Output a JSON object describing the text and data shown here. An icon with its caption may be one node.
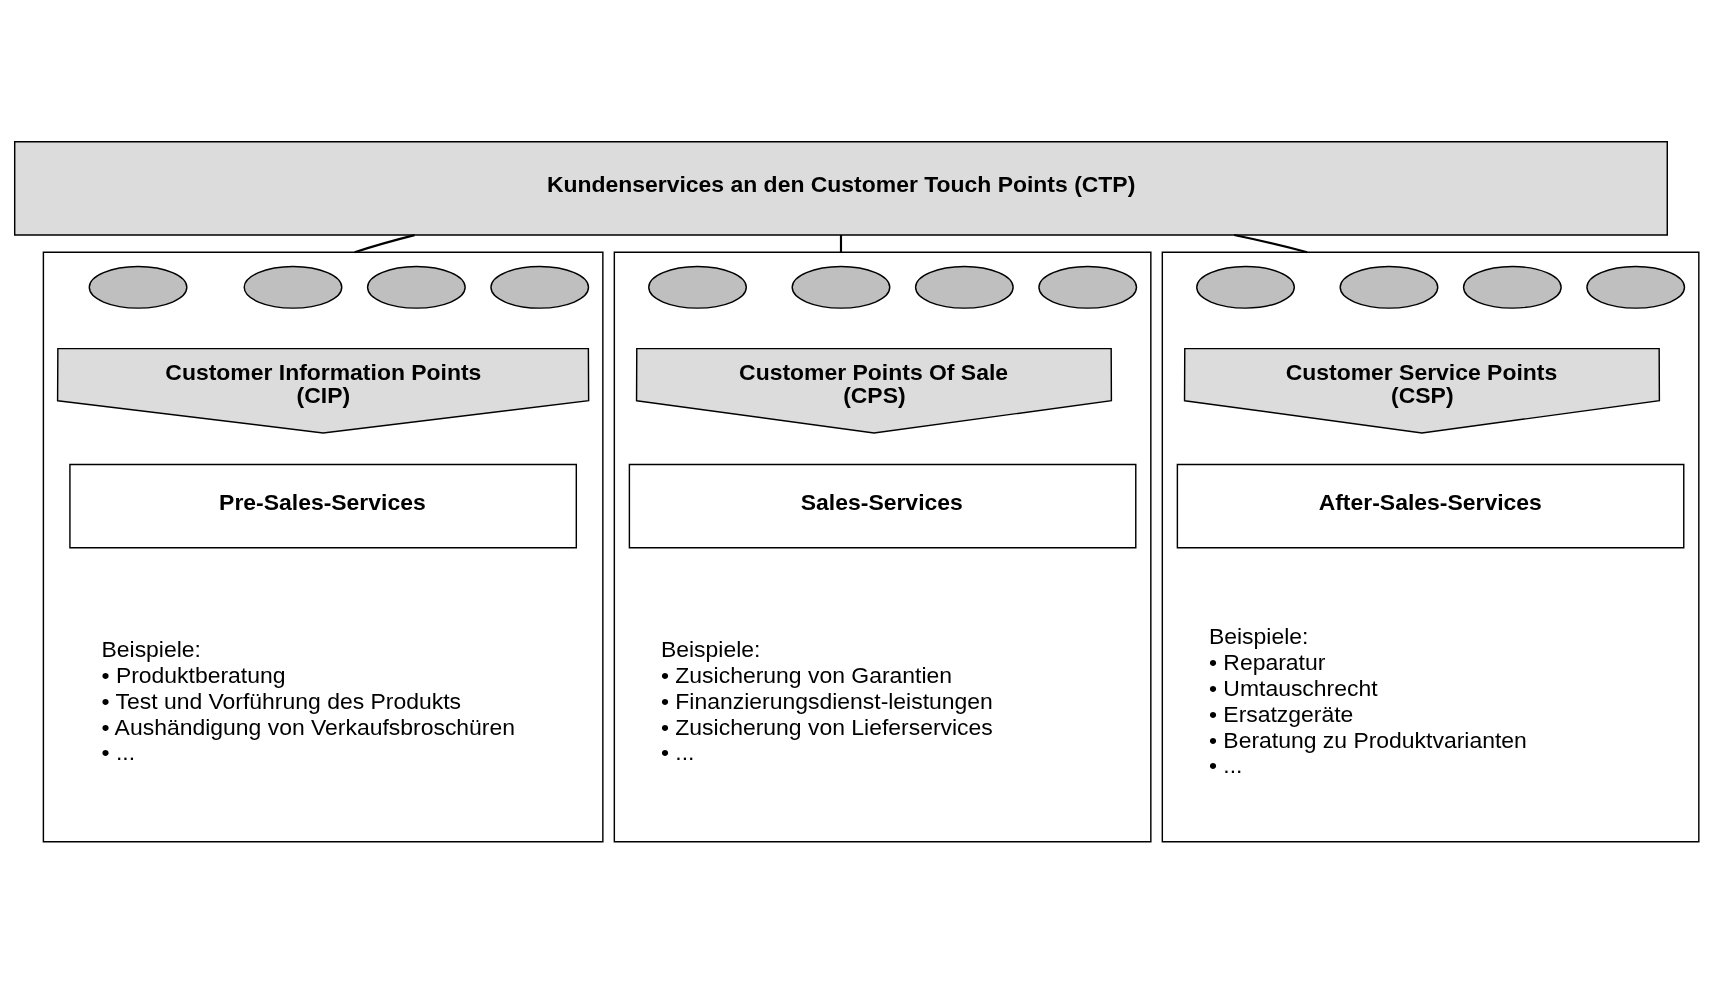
{
  "diagram": {
    "nodes": [
      {
        "text": [
          "Kundenservices an den Customer Touch Points (CTP)"
        ]
      },
      {
        "text": [],
        "shape": "box"
      },
      {
        "text": [],
        "shape": "circle",
        "in": 1
      },
      {
        "text": [],
        "shape": "circle",
        "in": 1
      },
      {
        "text": [],
        "shape": "circle",
        "in": 1
      },
      {
        "text": [],
        "shape": "circle",
        "in": 1
      },
      {
        "text": [
          "Customer Information Points (CIP)"
        ],
        "in": 1
      },
      {
        "text": [
          "Pre-Sales-Services"
        ],
        "in": 1
      },
      {
        "text": [
          "Beispiele:",
          "• Produktberatung",
          "• Test und Vorführung des Produkts",
          "• Aushändigung von Verkaufsbroschüren",
          "• ..."
        ],
        "in": 1
      },
      {
        "text": [],
        "shape": "box"
      },
      {
        "text": [],
        "shape": "circle",
        "in": 9
      },
      {
        "text": [],
        "shape": "circle",
        "in": 9
      },
      {
        "text": [],
        "shape": "circle",
        "in": 9
      },
      {
        "text": [],
        "shape": "circle",
        "in": 9
      },
      {
        "text": [
          "Customer Points Of Sale (CPS)"
        ],
        "in": 9
      },
      {
        "text": [
          "Sales-Services"
        ],
        "in": 9
      },
      {
        "text": [
          "Beispiele:",
          "• Zusicherung von Garantien",
          "• Finanzierungsdienst-leistungen",
          "• Zusicherung von Lieferservices",
          "• ..."
        ],
        "in": 9
      },
      {
        "text": [],
        "shape": "box"
      },
      {
        "text": [],
        "shape": "circle",
        "in": 17
      },
      {
        "text": [],
        "shape": "circle",
        "in": 17
      },
      {
        "text": [],
        "shape": "circle",
        "in": 17
      },
      {
        "text": [],
        "shape": "circle",
        "in": 17
      },
      {
        "text": [
          "Customer Service Points (CSP)"
        ],
        "in": 17
      },
      {
        "text": [
          "After-Sales-Services"
        ],
        "in": 17
      },
      {
        "text": [
          "Beispiele:",
          "• Reparatur",
          "• Umtauschrecht",
          "• Ersatzgeräte",
          "• Beratung zu Produktvarianten",
          "• ..."
        ],
        "in": 17
      }
    ],
    "edges": [
      {
        "from": 0,
        "to": 1,
        "arrow": "none"
      },
      {
        "from": 0,
        "to": 9,
        "arrow": "none"
      },
      {
        "from": 0,
        "to": 17,
        "arrow": "none"
      }
    ]
  }
}
